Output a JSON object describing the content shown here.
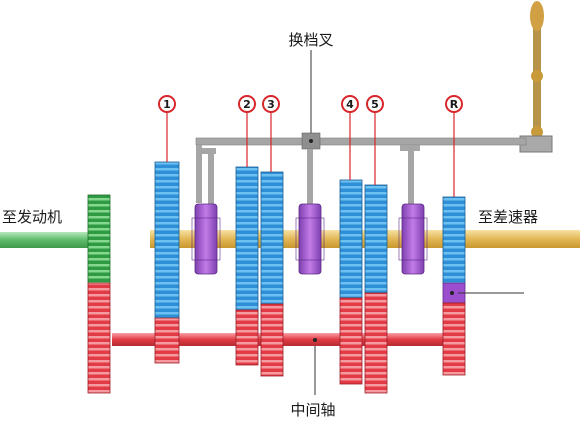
{
  "labels": {
    "shift_fork": "换档叉",
    "to_engine": "至发动机",
    "to_differential": "至差速器",
    "countershaft": "中间轴"
  },
  "gear_markers": [
    "1",
    "2",
    "3",
    "4",
    "5",
    "R"
  ],
  "colors": {
    "input_gear": "#3aa84a",
    "gear_blue": "#2f8fd6",
    "gear_red": "#e8474f",
    "sleeve_purple": "#a45bd0",
    "shaft_gold": "#e7c36a",
    "shaft_green": "#6ec47a",
    "rod_gray": "#9c9c9c",
    "marker_red": "#d9262b"
  }
}
